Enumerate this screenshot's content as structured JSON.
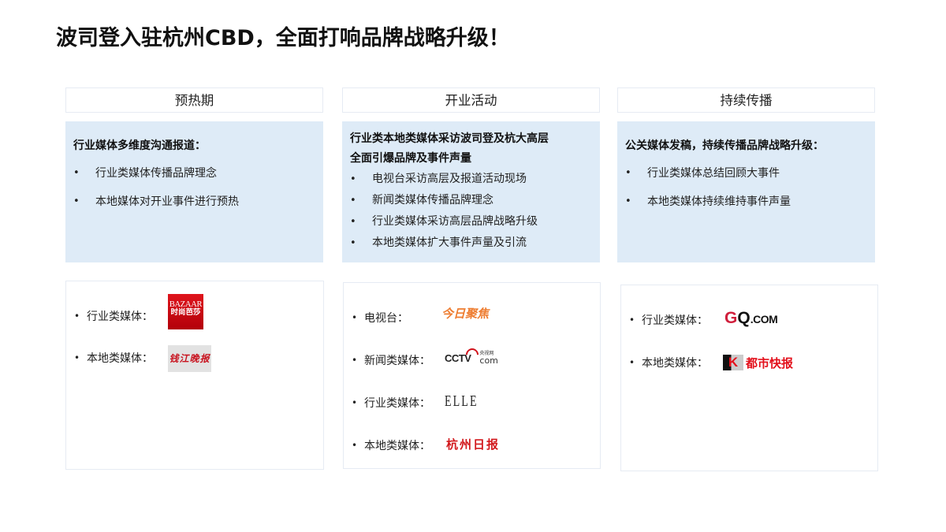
{
  "title": "波司登入驻杭州CBD，全面打响品牌战略升级！",
  "columns": [
    {
      "header": "预热期",
      "lead": "行业媒体多维度沟通报道：",
      "lead_lines": [
        "行业媒体多维度沟通报道："
      ],
      "bullets": [
        "行业类媒体传播品牌理念",
        "本地媒体对开业事件进行预热"
      ],
      "media": [
        {
          "label": "行业类媒体：",
          "logo": "BAZAAR 时尚芭莎",
          "logo_top": "BAZAAR",
          "logo_bottom": "时尚芭莎"
        },
        {
          "label": "本地类媒体：",
          "logo": "钱江晚报"
        }
      ]
    },
    {
      "header": "开业活动",
      "lead_lines": [
        "行业类本地类媒体采访波司登及杭大高层",
        "全面引爆品牌及事件声量"
      ],
      "bullets": [
        "电视台采访高层及报道活动现场",
        "新闻类媒体传播品牌理念",
        "行业类媒体采访高层品牌战略升级",
        "本地类媒体扩大事件声量及引流"
      ],
      "media": [
        {
          "label": "电视台：",
          "logo": "今日聚焦"
        },
        {
          "label": "新闻类媒体：",
          "logo": "CCTV.com 央视网",
          "logo_main": "CCTV",
          "logo_small": "央视网",
          "logo_domain": "com"
        },
        {
          "label": "行业类媒体：",
          "logo": "ELLE"
        },
        {
          "label": "本地类媒体：",
          "logo": "杭州日报"
        }
      ]
    },
    {
      "header": "持续传播",
      "lead_lines": [
        "公关媒体发稿，持续传播品牌战略升级："
      ],
      "bullets": [
        "行业类媒体总结回顾大事件",
        "本地类媒体持续维持事件声量"
      ],
      "media": [
        {
          "label": "行业类媒体：",
          "logo": "GQ.COM",
          "logo_g": "G",
          "logo_q": "Q",
          "logo_com": ".COM"
        },
        {
          "label": "本地类媒体：",
          "logo": "都市快报",
          "logo_k": "K",
          "logo_text": "都市快报"
        }
      ]
    }
  ],
  "colors": {
    "panel_blue": "#deebf7",
    "border": "#e6ebf3",
    "bazaar_red": "#e0141c",
    "gq_red": "#d01f3c",
    "jrsx_orange": "#ee7d31"
  }
}
